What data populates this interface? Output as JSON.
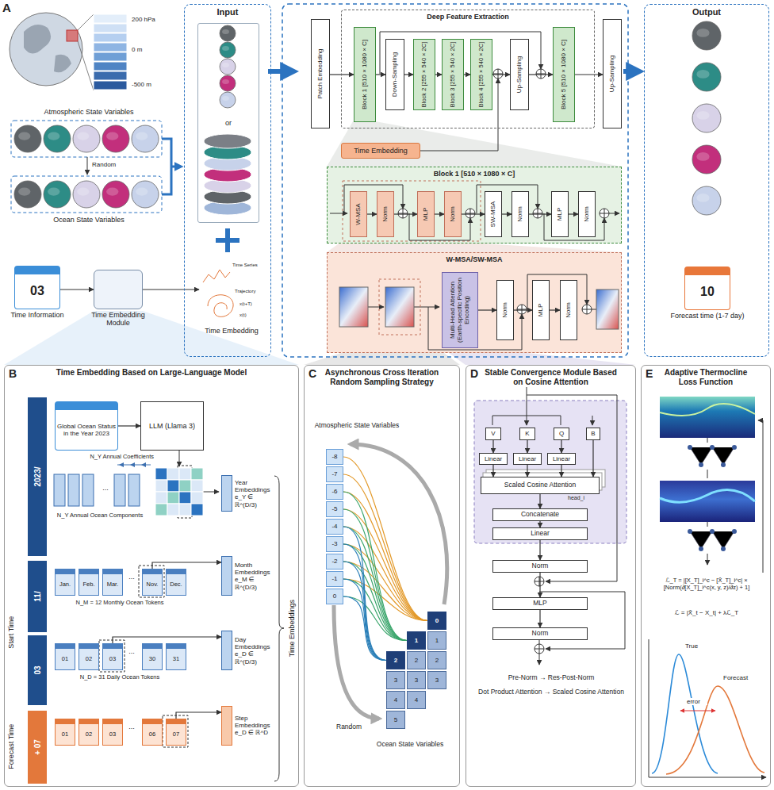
{
  "diagram": {
    "nodes": [
      {
        "text": [
          "Input"
        ]
      },
      {
        "text": [
          "or"
        ],
        "in": 0
      },
      {
        "text": [
          "Time Embedding"
        ],
        "in": 0
      },
      {
        "text": [
          "Deep Feature Extraction"
        ]
      },
      {
        "text": [
          "Patch Embedding"
        ]
      },
      {
        "text": [
          "Block 1 [510 × 1080 × C]"
        ],
        "in": 3
      },
      {
        "text": [
          "Down-Sampling"
        ],
        "in": 3
      },
      {
        "text": [
          "Block 2 [255 × 540 × 2C]"
        ],
        "in": 3
      },
      {
        "text": [
          "Block 3 [255 × 540 × 2C]"
        ],
        "in": 3
      },
      {
        "text": [
          "Block 4 [255 × 540 × 2C]"
        ],
        "in": 3
      },
      {
        "text": [
          "Up-Sampling"
        ],
        "in": 3
      },
      {
        "text": [
          "Block 5 [510 × 1080 × C]"
        ],
        "in": 3
      },
      {
        "text": [
          "Up-Sampling"
        ]
      },
      {
        "text": [
          "Time Embedding"
        ]
      },
      {
        "text": [
          "Block 1 [510 × 1080 × C]"
        ]
      },
      {
        "text": [
          "W-MSA"
        ],
        "in": 14
      },
      {
        "text": [
          "Norm"
        ],
        "in": 14
      },
      {
        "text": [
          "MLP"
        ],
        "in": 14
      },
      {
        "text": [
          "Norm"
        ],
        "in": 14
      },
      {
        "text": [
          "SW-MSA"
        ],
        "in": 14
      },
      {
        "text": [
          "Norm"
        ],
        "in": 14
      },
      {
        "text": [
          "MLP"
        ],
        "in": 14
      },
      {
        "text": [
          "Norm"
        ],
        "in": 14
      },
      {
        "text": [
          "W-MSA/SW-MSA"
        ]
      },
      {
        "text": [
          "Multi-Head Attention (Earth-specific Position Encoding)"
        ],
        "in": 23
      },
      {
        "text": [
          "Norm"
        ],
        "in": 23
      },
      {
        "text": [
          "MLP"
        ],
        "in": 23
      },
      {
        "text": [
          "Norm"
        ],
        "in": 23
      },
      {
        "text": [
          "Output"
        ]
      },
      {
        "text": [
          "10",
          "Forecast time (1-7 day)"
        ],
        "in": 28
      },
      {
        "text": [
          "03",
          "Time Information"
        ]
      },
      {
        "text": [
          "Time Embedding Module"
        ]
      },
      {
        "text": [
          "B",
          "Time Embedding Based on Large-Language Model"
        ]
      },
      {
        "text": [
          "2023/"
        ],
        "in": 32
      },
      {
        "text": [
          "11/"
        ],
        "in": 32
      },
      {
        "text": [
          "03"
        ],
        "in": 32
      },
      {
        "text": [
          "+ 07"
        ],
        "in": 32
      },
      {
        "text": [
          "Global Ocean Status in the Year 2023"
        ],
        "in": 32
      },
      {
        "text": [
          "LLM (Llama 3)"
        ],
        "in": 32
      },
      {
        "text": [
          "Year Embeddings e_Y ∈ ℝ^(D/3)"
        ],
        "in": 32
      },
      {
        "text": [
          "Jan."
        ],
        "in": 32
      },
      {
        "text": [
          "Feb."
        ],
        "in": 32
      },
      {
        "text": [
          "Mar."
        ],
        "in": 32
      },
      {
        "text": [
          "Nov."
        ],
        "in": 32
      },
      {
        "text": [
          "Dec."
        ],
        "in": 32
      },
      {
        "text": [
          "Month Embeddings e_M ∈ ℝ^(D/3)"
        ],
        "in": 32
      },
      {
        "text": [
          "01"
        ],
        "in": 32
      },
      {
        "text": [
          "02"
        ],
        "in": 32
      },
      {
        "text": [
          "03"
        ],
        "in": 32
      },
      {
        "text": [
          "30"
        ],
        "in": 32
      },
      {
        "text": [
          "31"
        ],
        "in": 32
      },
      {
        "text": [
          "Day Embeddings e_D ∈ ℝ^(D/3)"
        ],
        "in": 32
      },
      {
        "text": [
          "01"
        ],
        "in": 32
      },
      {
        "text": [
          "02"
        ],
        "in": 32
      },
      {
        "text": [
          "03"
        ],
        "in": 32
      },
      {
        "text": [
          "06"
        ],
        "in": 32
      },
      {
        "text": [
          "07"
        ],
        "in": 32
      },
      {
        "text": [
          "Step Embeddings e_D ∈ ℝ^D"
        ],
        "in": 32
      },
      {
        "text": [
          "C",
          "Asynchronous Cross Iteration Random Sampling Strategy"
        ]
      },
      {
        "text": [
          "-8"
        ],
        "in": 58
      },
      {
        "text": [
          "-7"
        ],
        "in": 58
      },
      {
        "text": [
          "-6"
        ],
        "in": 58
      },
      {
        "text": [
          "-5"
        ],
        "in": 58
      },
      {
        "text": [
          "-4"
        ],
        "in": 58
      },
      {
        "text": [
          "-3"
        ],
        "in": 58
      },
      {
        "text": [
          "-2"
        ],
        "in": 58
      },
      {
        "text": [
          "-1"
        ],
        "in": 58
      },
      {
        "text": [
          "0"
        ],
        "in": 58
      },
      {
        "text": [
          "0"
        ],
        "in": 58
      },
      {
        "text": [
          "1"
        ],
        "in": 58
      },
      {
        "text": [
          "1"
        ],
        "in": 58
      },
      {
        "text": [
          "2"
        ],
        "in": 58
      },
      {
        "text": [
          "2"
        ],
        "in": 58
      },
      {
        "text": [
          "2"
        ],
        "in": 58
      },
      {
        "text": [
          "3"
        ],
        "in": 58
      },
      {
        "text": [
          "3"
        ],
        "in": 58
      },
      {
        "text": [
          "3"
        ],
        "in": 58
      },
      {
        "text": [
          "4"
        ],
        "in": 58
      },
      {
        "text": [
          "4"
        ],
        "in": 58
      },
      {
        "text": [
          "5"
        ],
        "in": 58
      },
      {
        "text": [
          "D",
          "Stable Convergence Module Based on Cosine Attention"
        ]
      },
      {
        "text": [
          "V"
        ],
        "in": 80
      },
      {
        "text": [
          "K"
        ],
        "in": 80
      },
      {
        "text": [
          "Q"
        ],
        "in": 80
      },
      {
        "text": [
          "B"
        ],
        "in": 80
      },
      {
        "text": [
          "Linear"
        ],
        "in": 80
      },
      {
        "text": [
          "Linear"
        ],
        "in": 80
      },
      {
        "text": [
          "Linear"
        ],
        "in": 80
      },
      {
        "text": [
          "Scaled Cosine Attention"
        ],
        "in": 80
      },
      {
        "text": [
          "Concatenate"
        ],
        "in": 80
      },
      {
        "text": [
          "Linear"
        ],
        "in": 80
      },
      {
        "text": [
          "Norm"
        ],
        "in": 80
      },
      {
        "text": [
          "MLP"
        ],
        "in": 80
      },
      {
        "text": [
          "Norm"
        ],
        "in": 80
      },
      {
        "text": [
          "E",
          "Adaptive Thermocline Loss Function"
        ]
      }
    ],
    "edges": [
      {
        "from": 4,
        "to": 5,
        "arrow": "to"
      },
      {
        "from": 5,
        "to": 6,
        "arrow": "to"
      },
      {
        "from": 6,
        "to": 7,
        "arrow": "to"
      },
      {
        "from": 7,
        "to": 8,
        "arrow": "to"
      },
      {
        "from": 8,
        "to": 9,
        "arrow": "to"
      },
      {
        "from": 9,
        "to": 10,
        "arrow": "to"
      },
      {
        "from": 10,
        "to": 11,
        "arrow": "to"
      },
      {
        "from": 11,
        "to": 12,
        "arrow": "to"
      },
      {
        "from": 15,
        "to": 16,
        "arrow": "to"
      },
      {
        "from": 16,
        "to": 17,
        "arrow": "to"
      },
      {
        "from": 17,
        "to": 18,
        "arrow": "to"
      },
      {
        "from": 18,
        "to": 19,
        "arrow": "to"
      },
      {
        "from": 19,
        "to": 20,
        "arrow": "to"
      },
      {
        "from": 20,
        "to": 21,
        "arrow": "to"
      },
      {
        "from": 21,
        "to": 22,
        "arrow": "to"
      },
      {
        "from": 24,
        "to": 25,
        "arrow": "to"
      },
      {
        "from": 25,
        "to": 26,
        "arrow": "to"
      },
      {
        "from": 26,
        "to": 27,
        "arrow": "to"
      },
      {
        "from": 30,
        "to": 31,
        "arrow": "to"
      },
      {
        "from": 31,
        "to": 2,
        "arrow": "to"
      },
      {
        "from": 37,
        "to": 38,
        "arrow": "to"
      },
      {
        "from": 43,
        "to": 45,
        "arrow": "to"
      },
      {
        "from": 48,
        "to": 51,
        "arrow": "to"
      },
      {
        "from": 56,
        "to": 57,
        "arrow": "to"
      },
      {
        "from": 59,
        "to": 68,
        "arrow": "none"
      },
      {
        "from": 60,
        "to": 68,
        "arrow": "none"
      },
      {
        "from": 61,
        "to": 68,
        "arrow": "none"
      },
      {
        "from": 62,
        "to": 68,
        "arrow": "none"
      },
      {
        "from": 63,
        "to": 68,
        "arrow": "none"
      },
      {
        "from": 64,
        "to": 68,
        "arrow": "none"
      },
      {
        "from": 65,
        "to": 68,
        "arrow": "none"
      },
      {
        "from": 66,
        "to": 68,
        "arrow": "none"
      },
      {
        "from": 61,
        "to": 69,
        "arrow": "none"
      },
      {
        "from": 62,
        "to": 69,
        "arrow": "none"
      },
      {
        "from": 63,
        "to": 69,
        "arrow": "none"
      },
      {
        "from": 64,
        "to": 69,
        "arrow": "none"
      },
      {
        "from": 65,
        "to": 69,
        "arrow": "none"
      },
      {
        "from": 66,
        "to": 69,
        "arrow": "none"
      },
      {
        "from": 67,
        "to": 69,
        "arrow": "none"
      },
      {
        "from": 63,
        "to": 71,
        "arrow": "none"
      },
      {
        "from": 64,
        "to": 71,
        "arrow": "none"
      },
      {
        "from": 65,
        "to": 71,
        "arrow": "none"
      },
      {
        "from": 66,
        "to": 71,
        "arrow": "none"
      },
      {
        "from": 67,
        "to": 71,
        "arrow": "none"
      },
      {
        "from": 81,
        "to": 85,
        "arrow": "to"
      },
      {
        "from": 82,
        "to": 86,
        "arrow": "to"
      },
      {
        "from": 83,
        "to": 87,
        "arrow": "to"
      },
      {
        "from": 84,
        "to": 88,
        "arrow": "to"
      },
      {
        "from": 85,
        "to": 88,
        "arrow": "to"
      },
      {
        "from": 86,
        "to": 88,
        "arrow": "to"
      },
      {
        "from": 87,
        "to": 88,
        "arrow": "to"
      },
      {
        "from": 88,
        "to": 89,
        "arrow": "to"
      },
      {
        "from": 89,
        "to": 90,
        "arrow": "to"
      },
      {
        "from": 90,
        "to": 91,
        "arrow": "to"
      },
      {
        "from": 91,
        "to": 92,
        "arrow": "to"
      },
      {
        "from": 92,
        "to": 93,
        "arrow": "to"
      }
    ],
    "labels": [
      "A",
      "200 hPa",
      "0 m",
      "-500 m",
      "Atmospheric State Variables",
      "Random",
      "Ocean State Variables",
      "Time Series",
      "Trajectory",
      "x(t+T)",
      "x(t)",
      "Start Time",
      "Forecast Time",
      "N_Y Annual Coefficients",
      "N_Y Annual Ocean Components",
      "...",
      "...",
      "N_M = 12 Monthly Ocean Tokens",
      "...",
      "N_D = 31 Daily Ocean Tokens",
      "...",
      "Time Embeddings",
      "Atmospheric State Variables",
      "Random",
      "Ocean State Variables",
      "head_i",
      "Pre-Norm → Res-Post-Norm",
      "Dot Product Attention → Scaled Cosine Attention",
      "ℒ_T = |[X_T]_i^c − [X̂_T]_i^c| × [Norm(∂[X_T]_i^c(x, y, z)/∂z) + 1]",
      "ℒ = |X̂_t − X_t| + λℒ_T",
      "True",
      "Forecast",
      "error"
    ]
  }
}
